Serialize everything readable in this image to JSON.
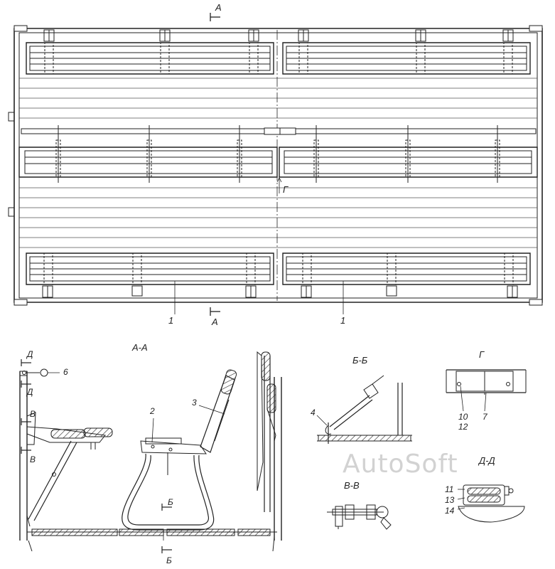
{
  "labels": {
    "section_a_top": "А",
    "section_a_bottom": "А",
    "callout_1_left": "1",
    "callout_1_right": "1",
    "view_g_marker": "Г",
    "title_aa": "А-А",
    "title_bb": "Б-Б",
    "title_g": "Г",
    "title_dd": "Д-Д",
    "title_vv": "В-В",
    "marker_d_top": "Д",
    "marker_d_bottom": "Д",
    "marker_v_top": "В",
    "marker_v_bottom": "В",
    "marker_b_top": "Б",
    "marker_b_bottom": "Б",
    "callout_2": "2",
    "callout_3": "3",
    "callout_4": "4",
    "callout_6": "6",
    "callout_7": "7",
    "callout_10": "10",
    "callout_12": "12",
    "callout_11": "11",
    "callout_13": "13",
    "callout_14": "14"
  },
  "watermark": "AutoSoft"
}
